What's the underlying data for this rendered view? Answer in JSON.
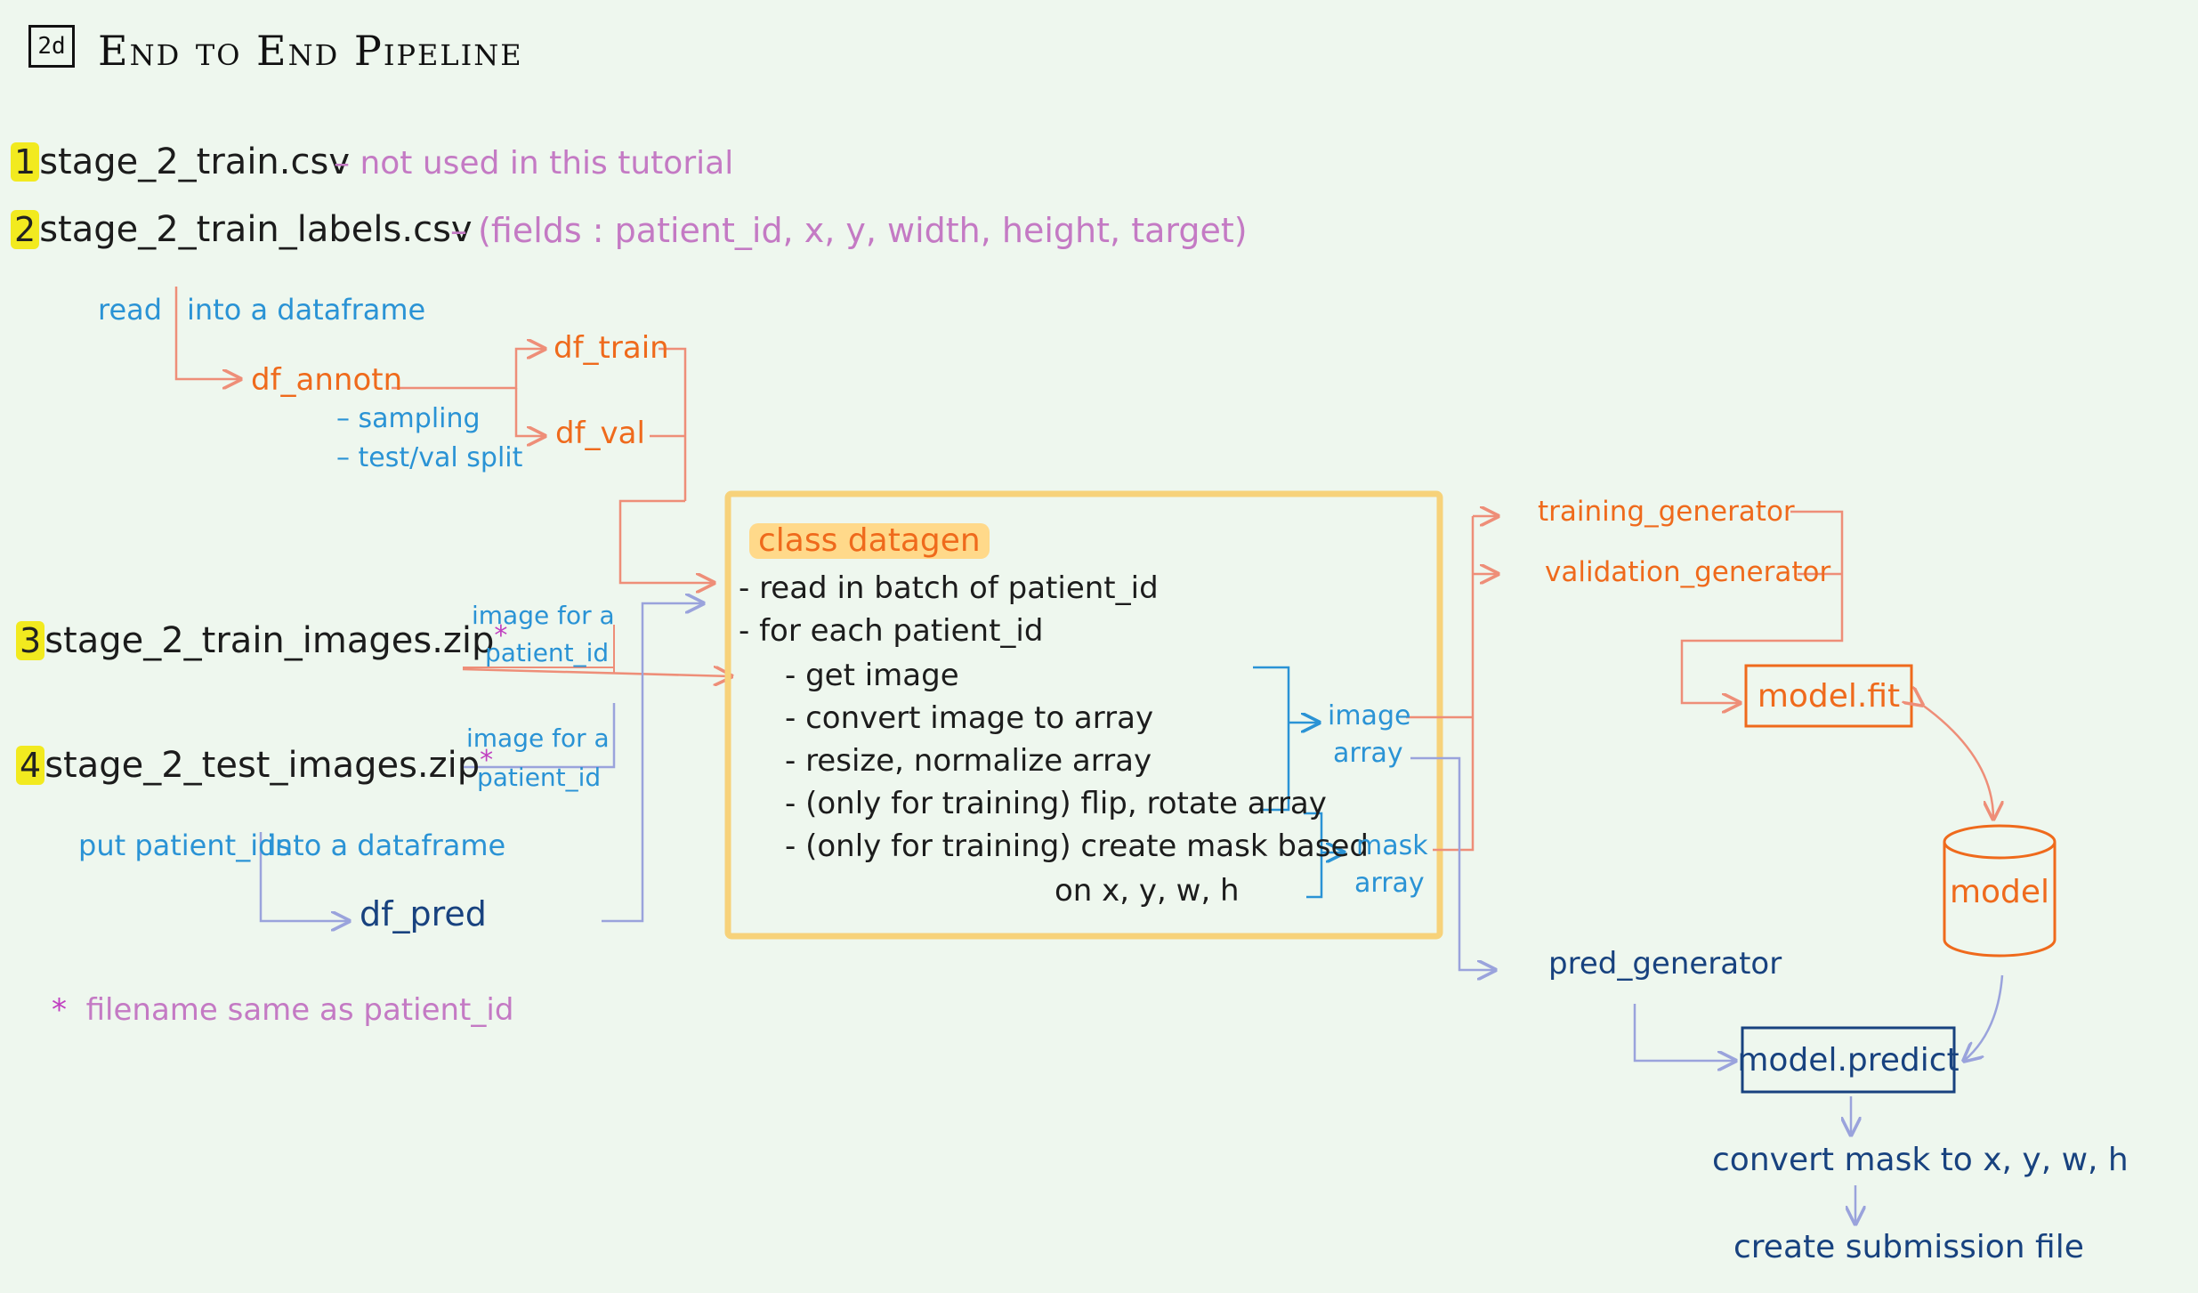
{
  "header": {
    "badge": "2d",
    "title": "End to End Pipeline"
  },
  "inputs": {
    "f1": {
      "num": "1",
      "name": "stage_2_train.csv",
      "note": "– not used in this tutorial"
    },
    "f2": {
      "num": "2",
      "name": "stage_2_train_labels.csv",
      "note": "– (fields : patient_id, x, y, width, height, target)"
    },
    "f3": {
      "num": "3",
      "name": "stage_2_train_images.zip",
      "star": "*",
      "note_line1": "image for a",
      "note_line2": "patient_id"
    },
    "f4": {
      "num": "4",
      "name": "stage_2_test_images.zip",
      "star": "*",
      "note_line1": "image for a",
      "note_line2": "patient_id"
    }
  },
  "annot": {
    "read_label": "read",
    "into_df": "into a dataframe",
    "df_annotn": "df_annotn",
    "df_train": "df_train",
    "df_val": "df_val",
    "sampling": "– sampling",
    "split": "– test/val split"
  },
  "pred": {
    "put_label": "put patient_ids",
    "into_df": "into a dataframe",
    "df_pred": "df_pred"
  },
  "footnote": {
    "star": "*",
    "text": "filename same as patient_id"
  },
  "datagen": {
    "title": "class datagen",
    "lines": [
      "- read in batch of patient_id",
      "- for each patient_id",
      "- get image",
      "- convert image to array",
      "- resize, normalize array",
      "- (only for training) flip, rotate array",
      "- (only for training) create mask based",
      "on x, y, w, h"
    ],
    "out1_line1": "image",
    "out1_line2": "array",
    "out2_line1": "mask",
    "out2_line2": "array"
  },
  "generators": {
    "training": "training_generator",
    "validation": "validation_generator",
    "pred": "pred_generator"
  },
  "model": {
    "fit": "model.fit",
    "model": "model",
    "predict": "model.predict",
    "convert": "convert mask to x, y, w, h",
    "submission": "create submission file"
  },
  "colors": {
    "background": "#eef7ee",
    "orange": "#ef6a1c",
    "salmon": "#ee8e78",
    "blue": "#2a93d5",
    "navy": "#18427f",
    "lavender": "#9aa3dc",
    "pink": "#c47ac4",
    "yellow_highlight": "#f2ea1f",
    "datagen_border": "#f7d27a"
  }
}
